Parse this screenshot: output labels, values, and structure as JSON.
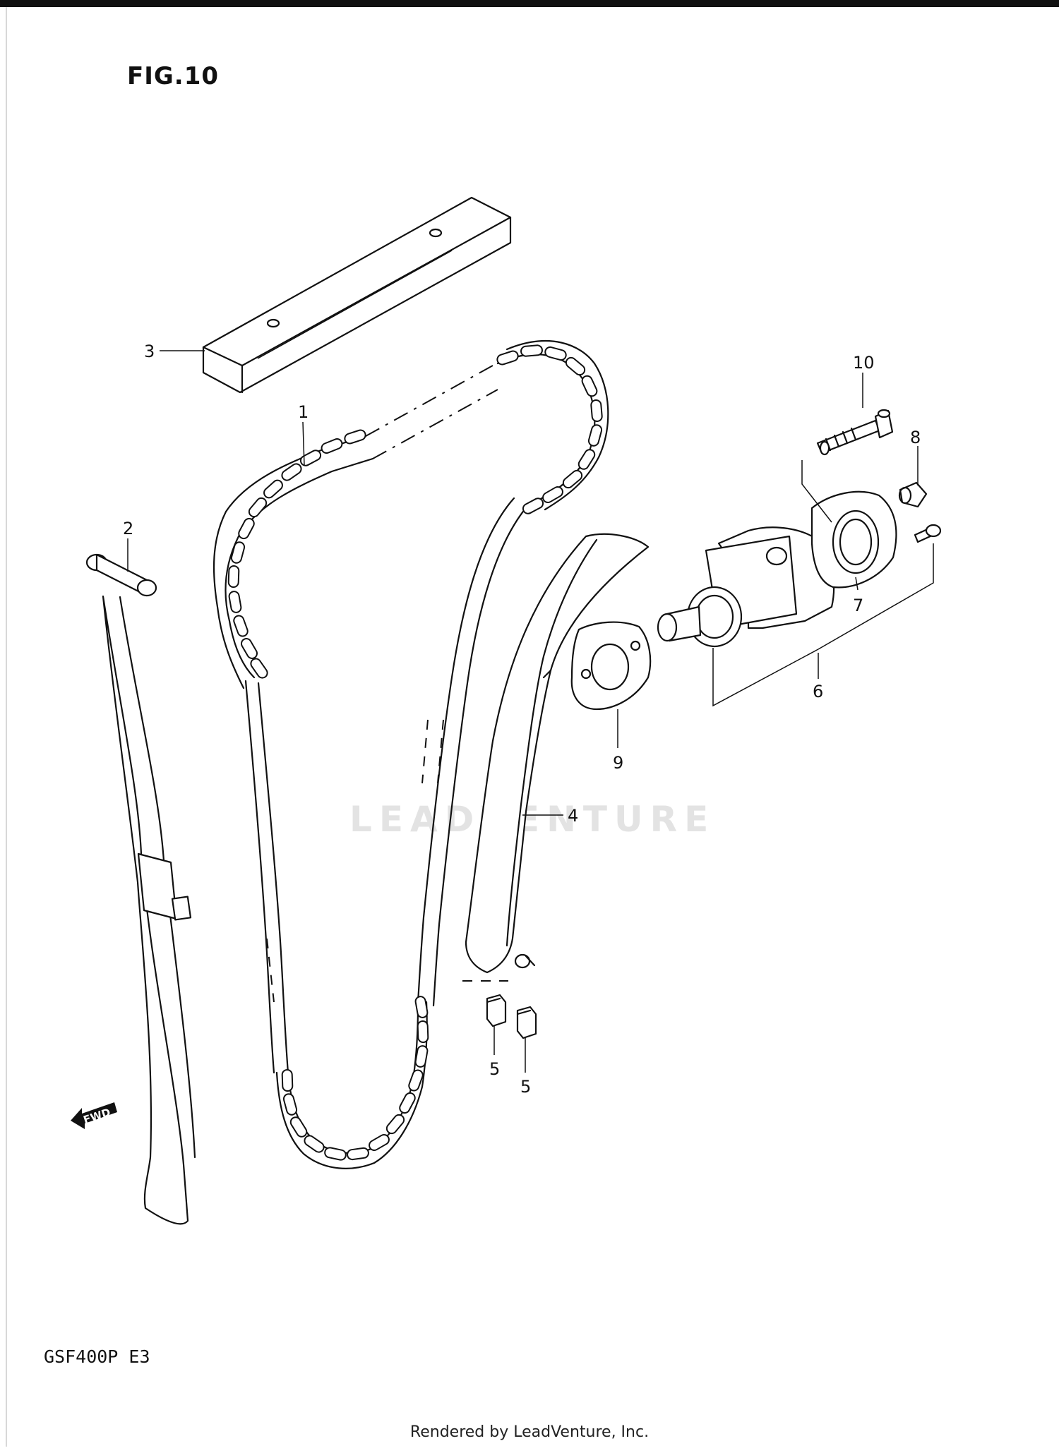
{
  "figure": {
    "title": "FIG.10"
  },
  "model": {
    "code": "GSF400P  E3"
  },
  "footer": {
    "text": "Rendered by LeadVenture, Inc."
  },
  "watermark": {
    "text": "LEADVENTURE"
  },
  "fwd_arrow": {
    "label": "FWD"
  },
  "callouts": {
    "c1": "1",
    "c2": "2",
    "c3": "3",
    "c4": "4",
    "c5a": "5",
    "c5b": "5",
    "c6": "6",
    "c7": "7",
    "c8": "8",
    "c9": "9",
    "c10": "10"
  }
}
